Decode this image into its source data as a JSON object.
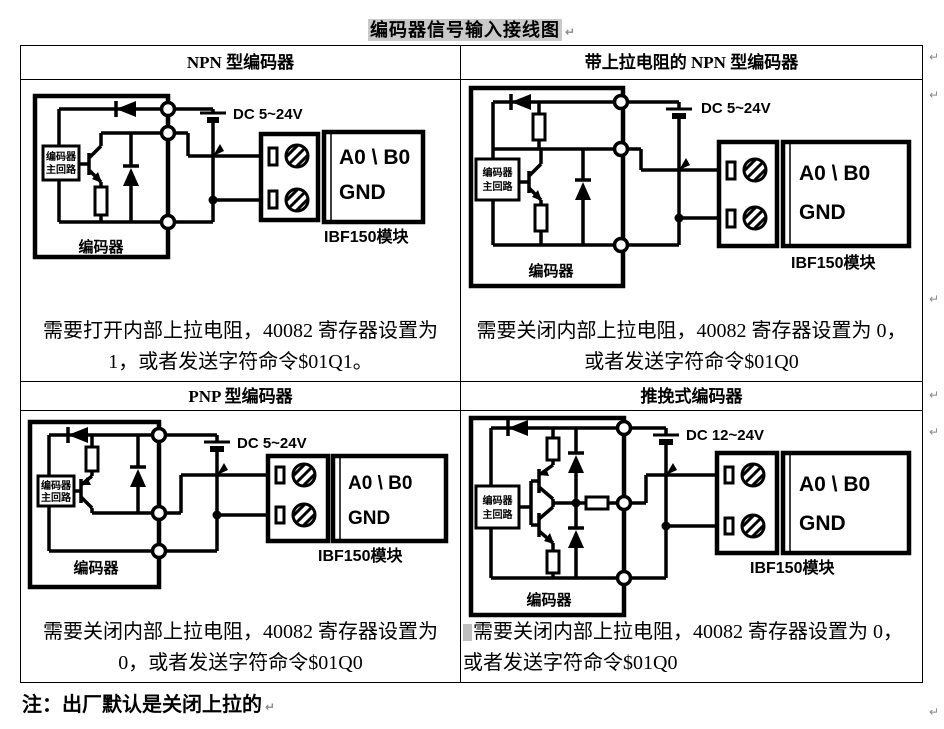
{
  "title": "编码器信号输入接线图",
  "formatting_mark": "↵",
  "note": "注：出厂默认是关闭上拉的",
  "colors": {
    "highlight": "#c9c9c9",
    "ink": "#000000"
  },
  "cells": [
    {
      "header": "NPN 型编码器",
      "description": "需要打开内部上拉电阻，40082 寄存器设置为\n1，或者发送字符命令$01Q1。",
      "power_label": "DC 5~24V",
      "encoder_label": "编码器",
      "core_line1": "编码器",
      "core_line2": "主回路",
      "signal_label": "A0 \\ B0",
      "gnd_label": "GND",
      "module_label": "IBF150模块"
    },
    {
      "header": "带上拉电阻的 NPN 型编码器",
      "description": "需要关闭内部上拉电阻，40082 寄存器设置为 0，\n或者发送字符命令$01Q0",
      "power_label": "DC 5~24V",
      "encoder_label": "编码器",
      "core_line1": "编码器",
      "core_line2": "主回路",
      "signal_label": "A0 \\ B0",
      "gnd_label": "GND",
      "module_label": "IBF150模块"
    },
    {
      "header": "PNP 型编码器",
      "description": "需要关闭内部上拉电阻，40082 寄存器设置为\n0，或者发送字符命令$01Q0",
      "power_label": "DC 5~24V",
      "encoder_label": "编码器",
      "core_line1": "编码器",
      "core_line2": "主回路",
      "signal_label": "A0 \\ B0",
      "gnd_label": "GND",
      "module_label": "IBF150模块"
    },
    {
      "header": "推挽式编码器",
      "description": "需要关闭内部上拉电阻，40082 寄存器设置为 0，\n或者发送字符命令$01Q0",
      "power_label": "DC 12~24V",
      "encoder_label": "编码器",
      "core_line1": "编码器",
      "core_line2": "主回路",
      "signal_label": "A0 \\ B0",
      "gnd_label": "GND",
      "module_label": "IBF150模块"
    }
  ]
}
